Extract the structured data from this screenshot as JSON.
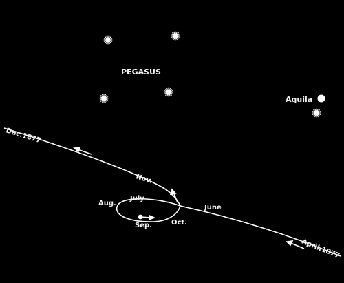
{
  "labels": {
    "constellation": "PEGASUS",
    "aquila": "Aquila",
    "dec_1877": "Dec.1877",
    "nov": "Nov.",
    "july": "July",
    "aug": "Aug.",
    "june": "June",
    "sep": "Sep.",
    "oct": "Oct.",
    "april_1877": "April,1877"
  },
  "colors": {
    "sky": "#000000",
    "ink": "#ffffff",
    "text": "#f2f2f2"
  }
}
